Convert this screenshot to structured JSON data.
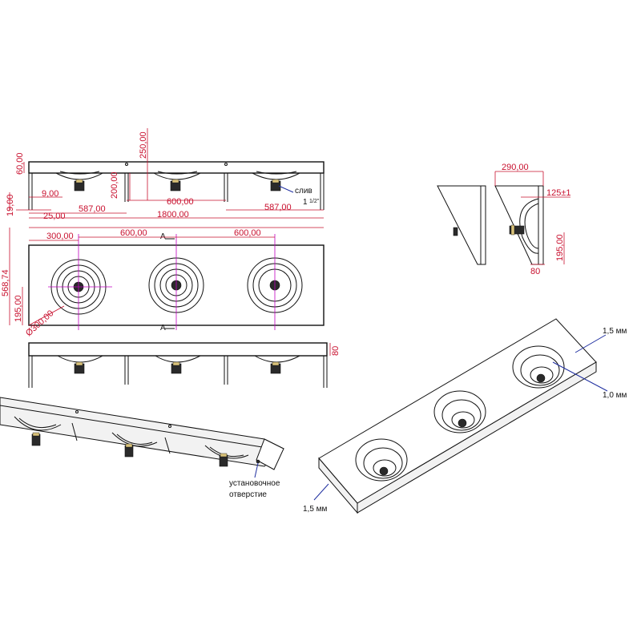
{
  "dimensions": {
    "d_60": "60,00",
    "d_19": "19,00",
    "d_9": "9,00",
    "d_25": "25,00",
    "d_587_left": "587,00",
    "d_587_right": "587,00",
    "d_1800": "1800,00",
    "d_250": "250,00",
    "d_200": "200,00",
    "d_600_front": "600,00",
    "d_300": "300,00",
    "d_600_top_a": "600,00",
    "d_600_top_b": "600,00",
    "d_568": "568,74",
    "d_195_top": "195,00",
    "d_diam": "Ø300,00",
    "d_80_front": "80",
    "d_290": "290,00",
    "d_125": "125±1",
    "d_195_side": "195,00",
    "d_80_side": "80"
  },
  "labels": {
    "drain": "слив",
    "drain_size": "1",
    "drain_size_frac": "1/2\"",
    "mounting_hole_1": "установочное",
    "mounting_hole_2": "отверстие",
    "thickness_top": "1,5 мм",
    "thickness_bowl": "1,0 мм",
    "thickness_front": "1,5 мм",
    "section_mark_a": "A",
    "section_mark_b": "A"
  }
}
